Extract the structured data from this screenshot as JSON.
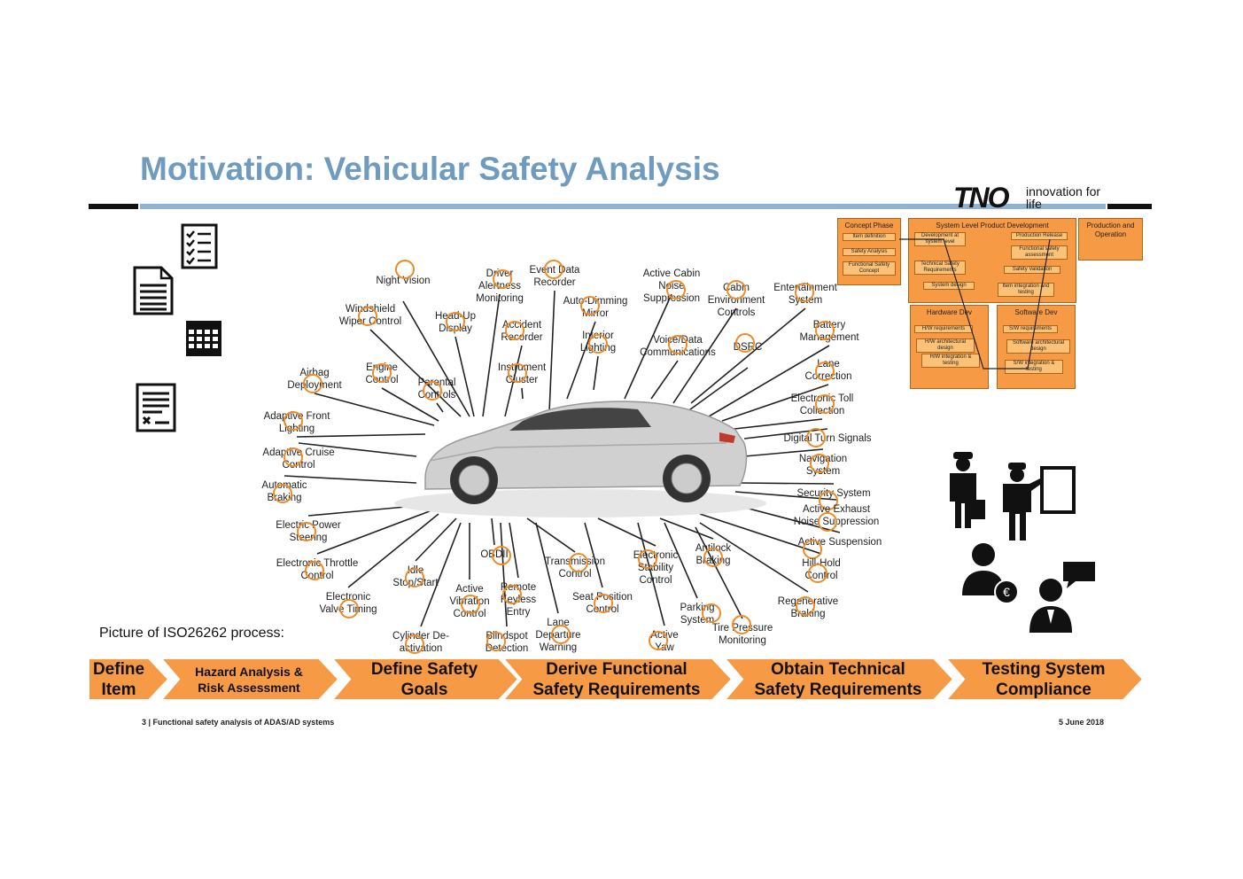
{
  "title": "Motivation: Vehicular Safety Analysis",
  "logo": {
    "mark": "TNO",
    "tagline": "innovation for life"
  },
  "left_icons": [
    "checklist-icon",
    "document-icon",
    "calendar-icon",
    "contract-icon"
  ],
  "car_features": [
    "Night Vision",
    "Driver Alertness Monitoring",
    "Event Data Recorder",
    "Active Cabin Noise Suppression",
    "Cabin Environment Controls",
    "Entertainment System",
    "Windshield Wiper Control",
    "Head-Up Display",
    "Accident Recorder",
    "Auto-Dimming Mirror",
    "Interior Lighting",
    "Voice/Data Communications",
    "DSRC",
    "Battery Management",
    "Airbag Deployment",
    "Engine Control",
    "Parental Controls",
    "Instrument Cluster",
    "Lane Correction",
    "Electronic Toll Collection",
    "Adaptive Front Lighting",
    "Digital Turn Signals",
    "Adaptive Cruise Control",
    "Navigation System",
    "Automatic Braking",
    "Security System",
    "Active Exhaust Noise Suppression",
    "Electric Power Steering",
    "Active Suspension",
    "Electronic Throttle Control",
    "Idle Stop/Start",
    "OBDII",
    "Transmission Control",
    "Electronic Stability Control",
    "Antilock Braking",
    "Hill-Hold Control",
    "Electronic Valve Timing",
    "Active Vibration Control",
    "Remote Keyless Entry",
    "Seat Position Control",
    "Parking System",
    "Regenerative Braking",
    "Cylinder De-activation",
    "Blindspot Detection",
    "Lane Departure Warning",
    "Active Yaw",
    "Tire Pressure Monitoring"
  ],
  "iso": {
    "concept": {
      "title": "Concept Phase",
      "items": [
        "Item definition",
        "Safety Analysis",
        "Functional Safety Concept"
      ]
    },
    "system": {
      "title": "System Level Product Development",
      "items": [
        "Development at system level",
        "Technical Safety Requirements",
        "System design",
        "Production Release",
        "Functional safety assessment",
        "Safety Validation",
        "Item integration and testing"
      ]
    },
    "production": {
      "title": "Production and Operation"
    },
    "hardware": {
      "title": "Hardware Dev",
      "items": [
        "H/W requirements",
        "H/W architectural design",
        "H/W integration & testing"
      ]
    },
    "software": {
      "title": "Software Dev",
      "items": [
        "S/W requirements",
        "Software architectural design",
        "S/W integration & testing"
      ]
    }
  },
  "right_icons": [
    "engineer-with-briefcase-icon",
    "engineer-presenting-icon",
    "manager-euro-icon",
    "person-speech-bubble-icon"
  ],
  "caption": "Picture of ISO26262 process:",
  "process_steps": [
    "Define Item",
    "Hazard Analysis & Risk Assessment",
    "Define Safety Goals",
    "Derive Functional Safety Requirements",
    "Obtain Technical Safety Requirements",
    "Testing System Compliance"
  ],
  "colors": {
    "title": "#6f9bbf",
    "accent": "#f69a45",
    "ring": "#f08a24"
  },
  "footer": {
    "left": "3 | Functional safety analysis of ADAS/AD systems",
    "right": "5 June 2018"
  }
}
